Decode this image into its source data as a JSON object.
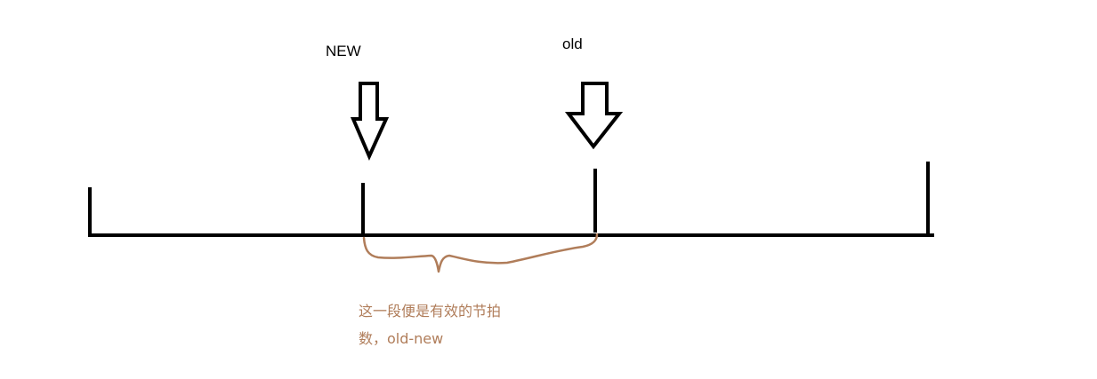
{
  "markers": {
    "new_label": "NEW",
    "old_label": "old"
  },
  "annotation": {
    "line1": "这一段便是有效的节拍",
    "line2": "数，old-new"
  },
  "colors": {
    "ink": "#000000",
    "annotation": "#b07d5a"
  },
  "icons": {
    "new_arrow": "down-arrow-icon",
    "old_arrow": "down-arrow-icon"
  }
}
